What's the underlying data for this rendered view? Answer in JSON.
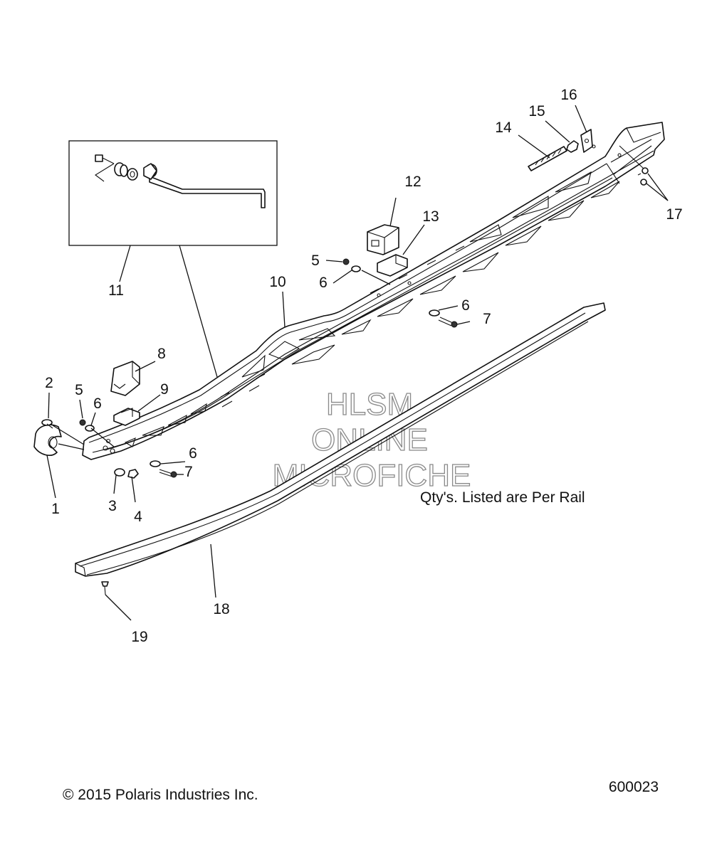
{
  "watermark": {
    "line1": "HLSM",
    "line2": "ONLINE",
    "line3": "MICROFICHE"
  },
  "note": "Qty's. Listed are Per Rail",
  "copyright": "© 2015 Polaris Industries Inc.",
  "diagram_number": "600023",
  "callouts": [
    {
      "id": "1",
      "label": "1"
    },
    {
      "id": "2",
      "label": "2"
    },
    {
      "id": "3",
      "label": "3"
    },
    {
      "id": "4",
      "label": "4"
    },
    {
      "id": "5a",
      "label": "5"
    },
    {
      "id": "6a",
      "label": "6"
    },
    {
      "id": "6b",
      "label": "6"
    },
    {
      "id": "7a",
      "label": "7"
    },
    {
      "id": "8",
      "label": "8"
    },
    {
      "id": "9",
      "label": "9"
    },
    {
      "id": "10",
      "label": "10"
    },
    {
      "id": "11",
      "label": "11"
    },
    {
      "id": "5b",
      "label": "5"
    },
    {
      "id": "6c",
      "label": "6"
    },
    {
      "id": "12",
      "label": "12"
    },
    {
      "id": "13",
      "label": "13"
    },
    {
      "id": "6d",
      "label": "6"
    },
    {
      "id": "7b",
      "label": "7"
    },
    {
      "id": "14",
      "label": "14"
    },
    {
      "id": "15",
      "label": "15"
    },
    {
      "id": "16",
      "label": "16"
    },
    {
      "id": "17",
      "label": "17"
    },
    {
      "id": "18",
      "label": "18"
    },
    {
      "id": "19",
      "label": "19"
    }
  ]
}
